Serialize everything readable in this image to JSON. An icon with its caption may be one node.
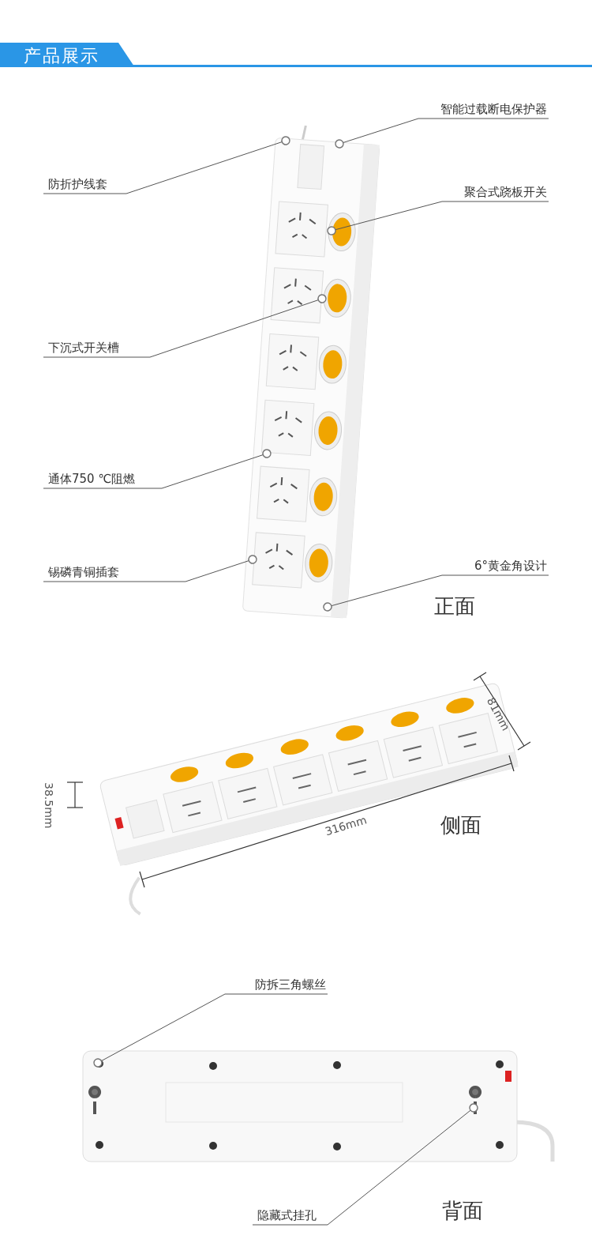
{
  "diagram": {
    "title": "产品展示",
    "nodes": [
      {
        "text": [
          "智能过载断电保护器"
        ]
      },
      {
        "text": [
          "防折护线套"
        ]
      },
      {
        "text": [
          "聚合式跷板开关"
        ]
      },
      {
        "text": [
          "下沉式开关槽"
        ]
      },
      {
        "text": [
          "通体750 ℃阻燃"
        ]
      },
      {
        "text": [
          "锡磷青铜插套"
        ]
      },
      {
        "text": [
          "6°黄金角设计"
        ]
      },
      {
        "text": [
          "防拆三角螺丝"
        ]
      },
      {
        "text": [
          "隐藏式挂孔"
        ]
      }
    ],
    "edges": [
      {
        "from": 0,
        "to": null,
        "arrow": "other"
      },
      {
        "from": 1,
        "to": null,
        "arrow": "other"
      },
      {
        "from": 2,
        "to": null,
        "arrow": "other"
      },
      {
        "from": 3,
        "to": null,
        "arrow": "other"
      },
      {
        "from": 4,
        "to": null,
        "arrow": "other"
      },
      {
        "from": 5,
        "to": null,
        "arrow": "other"
      },
      {
        "from": 6,
        "to": null,
        "arrow": "other"
      },
      {
        "from": 7,
        "to": null,
        "arrow": "other"
      },
      {
        "from": 8,
        "to": null,
        "arrow": "other"
      }
    ],
    "labels": [
      "正面",
      "38.5mm",
      "81mm",
      "316mm",
      "侧面",
      "背面"
    ]
  }
}
